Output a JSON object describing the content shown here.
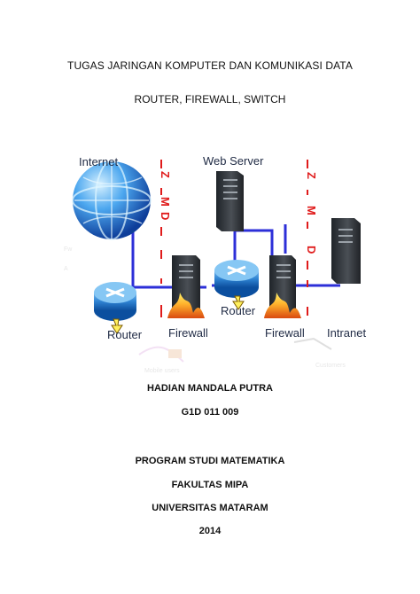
{
  "document": {
    "title": "TUGAS JARINGAN KOMPUTER DAN KOMUNIKASI DATA",
    "subtitle": "ROUTER, FIREWALL, SWITCH",
    "author": "HADIAN MANDALA PUTRA",
    "student_id": "G1D 011 009",
    "program": "PROGRAM STUDI MATEMATIKA",
    "faculty": "FAKULTAS MIPA",
    "university": "UNIVERSITAS MATARAM",
    "year": "2014"
  },
  "diagram": {
    "labels": {
      "internet": "Internet",
      "web_server": "Web Server",
      "router_left": "Router",
      "firewall_left": "Firewall",
      "router_center": "Router",
      "firewall_right": "Firewall",
      "intranet": "Intranet"
    },
    "dmz_left": [
      "D",
      "M",
      "Z"
    ],
    "dmz_right": [
      "D",
      "M",
      "Z"
    ],
    "colors": {
      "network_line": "#2c2fd8",
      "dmz_red": "#e01b1b",
      "router_blue": "#1e6fc4",
      "server_dark": "#2f3338",
      "fire_orange": "#f28c18",
      "globe_blue": "#1f64c9"
    }
  }
}
